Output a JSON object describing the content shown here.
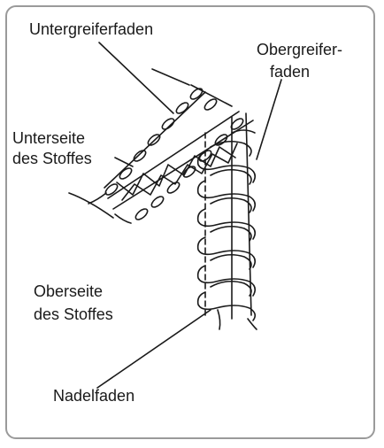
{
  "labels": {
    "untergreiferfaden": "Untergreiferfaden",
    "obergreiferfaden_line1": "Obergreifer-",
    "obergreiferfaden_line2": "faden",
    "unterseite_line1": "Unterseite",
    "unterseite_line2": "des Stoffes",
    "oberseite_line1": "Oberseite",
    "oberseite_line2": "des Stoffes",
    "nadelfaden": "Nadelfaden"
  },
  "colors": {
    "ink": "#1a1a1a",
    "frame": "#9a9a9a",
    "background": "#ffffff"
  }
}
